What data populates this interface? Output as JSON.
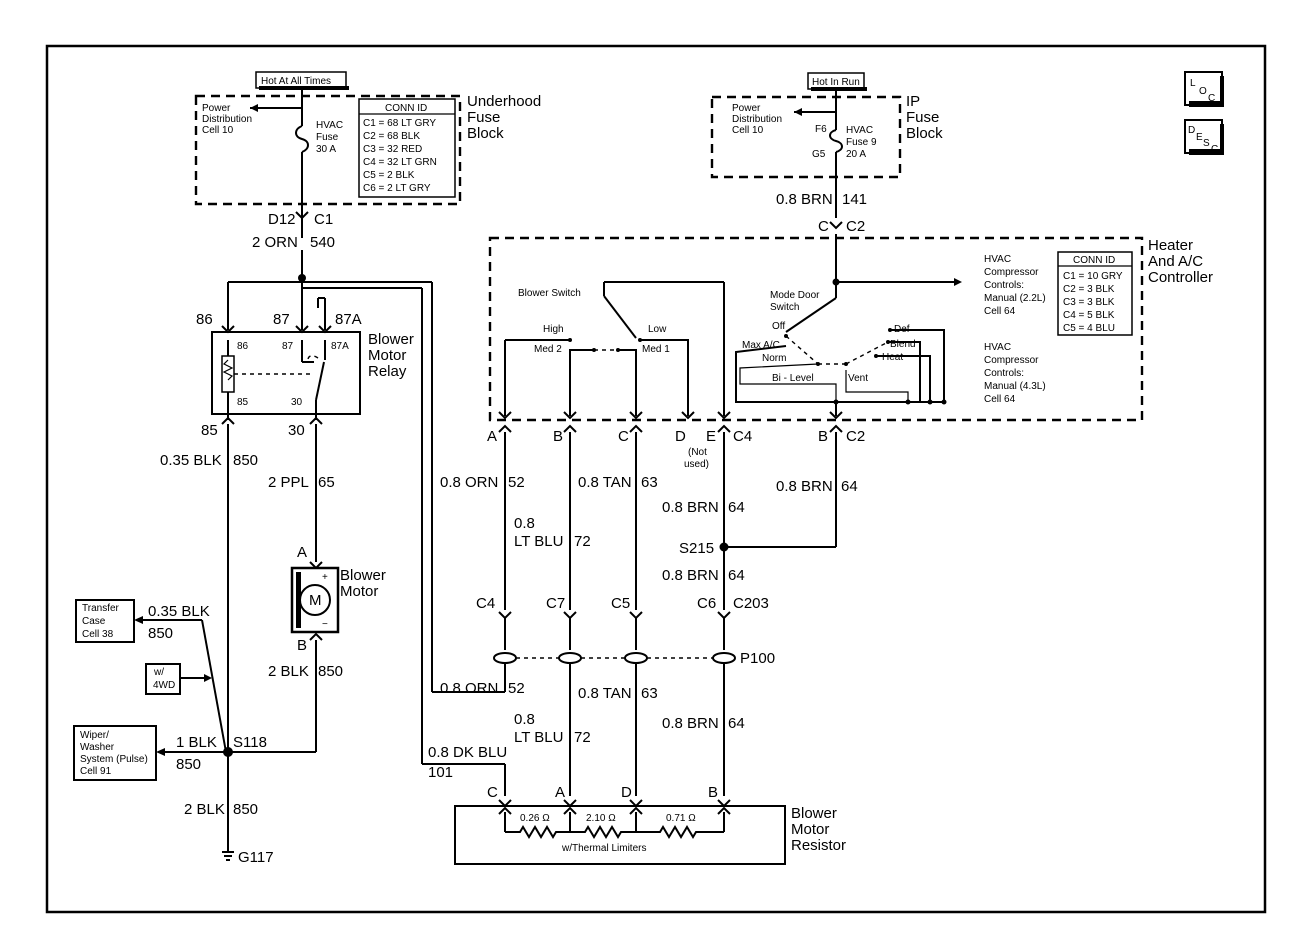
{
  "loc_icon": {
    "l": "L",
    "o": "O",
    "c": "C"
  },
  "desc_icon": {
    "d": "D",
    "e": "E",
    "s": "S",
    "c": "C"
  },
  "underhood": {
    "hot_label": "Hot At All Times",
    "pdc": [
      "Power",
      "Distribution",
      "Cell 10"
    ],
    "fuse": [
      "HVAC",
      "Fuse",
      "30 A"
    ],
    "conn_title": "CONN ID",
    "conn": [
      "C1 = 68 LT GRY",
      "C2 = 68 BLK",
      "C3 = 32 RED",
      "C4 = 32 LT GRN",
      "C5 = 2 BLK",
      "C6 = 2 LT GRY"
    ],
    "title": [
      "Underhood",
      "Fuse",
      "Block"
    ],
    "pin_a": "D12",
    "pin_b": "C1",
    "wire_color": "2 ORN",
    "wire_num": "540"
  },
  "ip": {
    "hot_label": "Hot In Run",
    "pdc": [
      "Power",
      "Distribution",
      "Cell 10"
    ],
    "f6": "F6",
    "g5": "G5",
    "fuse": [
      "HVAC",
      "Fuse 9",
      "20 A"
    ],
    "title": [
      "IP",
      "Fuse",
      "Block"
    ],
    "wire_color": "0.8 BRN",
    "wire_num": "141",
    "pin_a": "C",
    "pin_b": "C2"
  },
  "relay": {
    "term_86": "86",
    "term_87": "87",
    "term_87a": "87A",
    "term_85": "85",
    "term_30": "30",
    "title": [
      "Blower",
      "Motor",
      "Relay"
    ],
    "w85_color": "0.35 BLK",
    "w85_num": "850",
    "w30_color": "2 PPL",
    "w30_num": "65"
  },
  "motor": {
    "pin_a": "A",
    "pin_b": "B",
    "title": [
      "Blower",
      "Motor"
    ],
    "symbol": "M",
    "plus": "+",
    "minus": "−",
    "w_color": "2 BLK",
    "w_num": "850"
  },
  "transfer": {
    "box": [
      "Transfer",
      "Case",
      "Cell 38"
    ],
    "w_color": "0.35 BLK",
    "w_num": "850"
  },
  "wd": {
    "box": [
      "w/",
      "4WD"
    ]
  },
  "wiper": {
    "box": [
      "Wiper/",
      "Washer",
      "System (Pulse)",
      "Cell 91"
    ],
    "w_color": "1 BLK",
    "w_num": "850"
  },
  "splice_s118": "S118",
  "ground": {
    "w_color": "2 BLK",
    "w_num": "850",
    "label": "G117"
  },
  "controller": {
    "title": [
      "Heater",
      "And A/C",
      "Controller"
    ],
    "blower_switch": "Blower Switch",
    "sw_high": "High",
    "sw_low": "Low",
    "sw_med2": "Med 2",
    "sw_med1": "Med 1",
    "mode_door": [
      "Mode Door",
      "Switch"
    ],
    "m_off": "Off",
    "m_max": "Max A/C",
    "m_norm": "Norm",
    "m_bilevel": "Bi - Level",
    "m_vent": "Vent",
    "m_def": "Def",
    "m_blend": "Blend",
    "m_heat": "Heat",
    "hvac1": [
      "HVAC",
      "Compressor",
      "Controls:",
      "Manual (2.2L)",
      "Cell 64"
    ],
    "hvac2": [
      "HVAC",
      "Compressor",
      "Controls:",
      "Manual (4.3L)",
      "Cell 64"
    ],
    "conn_title": "CONN ID",
    "conn": [
      "C1 = 10 GRY",
      "C2 = 3 BLK",
      "C3 = 3 BLK",
      "C4 = 5 BLK",
      "C5 = 4 BLU"
    ],
    "pins": [
      "A",
      "B",
      "C",
      "D",
      "E"
    ],
    "pin_conn": "C4",
    "not_used": [
      "(Not",
      "used)"
    ],
    "pin_b2": "B",
    "pin_c2": "C2"
  },
  "wires": {
    "orn": "0.8 ORN",
    "orn_n": "52",
    "ltblu_a": "0.8",
    "ltblu_b": "LT BLU",
    "ltblu_n": "72",
    "tan": "0.8 TAN",
    "tan_n": "63",
    "brn": "0.8 BRN",
    "brn_n": "64",
    "brn2": "0.8 BRN",
    "brn2_n": "64",
    "brn3": "0.8 BRN",
    "brn3_n": "64",
    "s215": "S215",
    "c4": "C4",
    "c7": "C7",
    "c5": "C5",
    "c6": "C6",
    "c203": "C203",
    "p100": "P100",
    "orn_l": "0.8 ORN",
    "orn_l_n": "52",
    "ltblu_l_a": "0.8",
    "ltblu_l_b": "LT BLU",
    "ltblu_l_n": "72",
    "tan_l": "0.8 TAN",
    "tan_l_n": "63",
    "brn_l": "0.8 BRN",
    "brn_l_n": "64",
    "dkblu": "0.8 DK BLU",
    "dkblu_n": "101"
  },
  "resistor": {
    "pins": [
      "C",
      "A",
      "D",
      "B"
    ],
    "r1": "0.26 Ω",
    "r2": "2.10 Ω",
    "r3": "0.71 Ω",
    "note": "w/Thermal Limiters",
    "title": [
      "Blower",
      "Motor",
      "Resistor"
    ]
  }
}
